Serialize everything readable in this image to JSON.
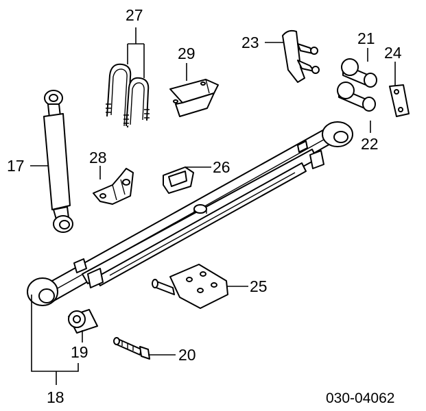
{
  "callouts": [
    "27",
    "29",
    "23",
    "21",
    "24",
    "17",
    "28",
    "26",
    "22",
    "25",
    "19",
    "20",
    "18"
  ],
  "diagram_code": "030-04062"
}
